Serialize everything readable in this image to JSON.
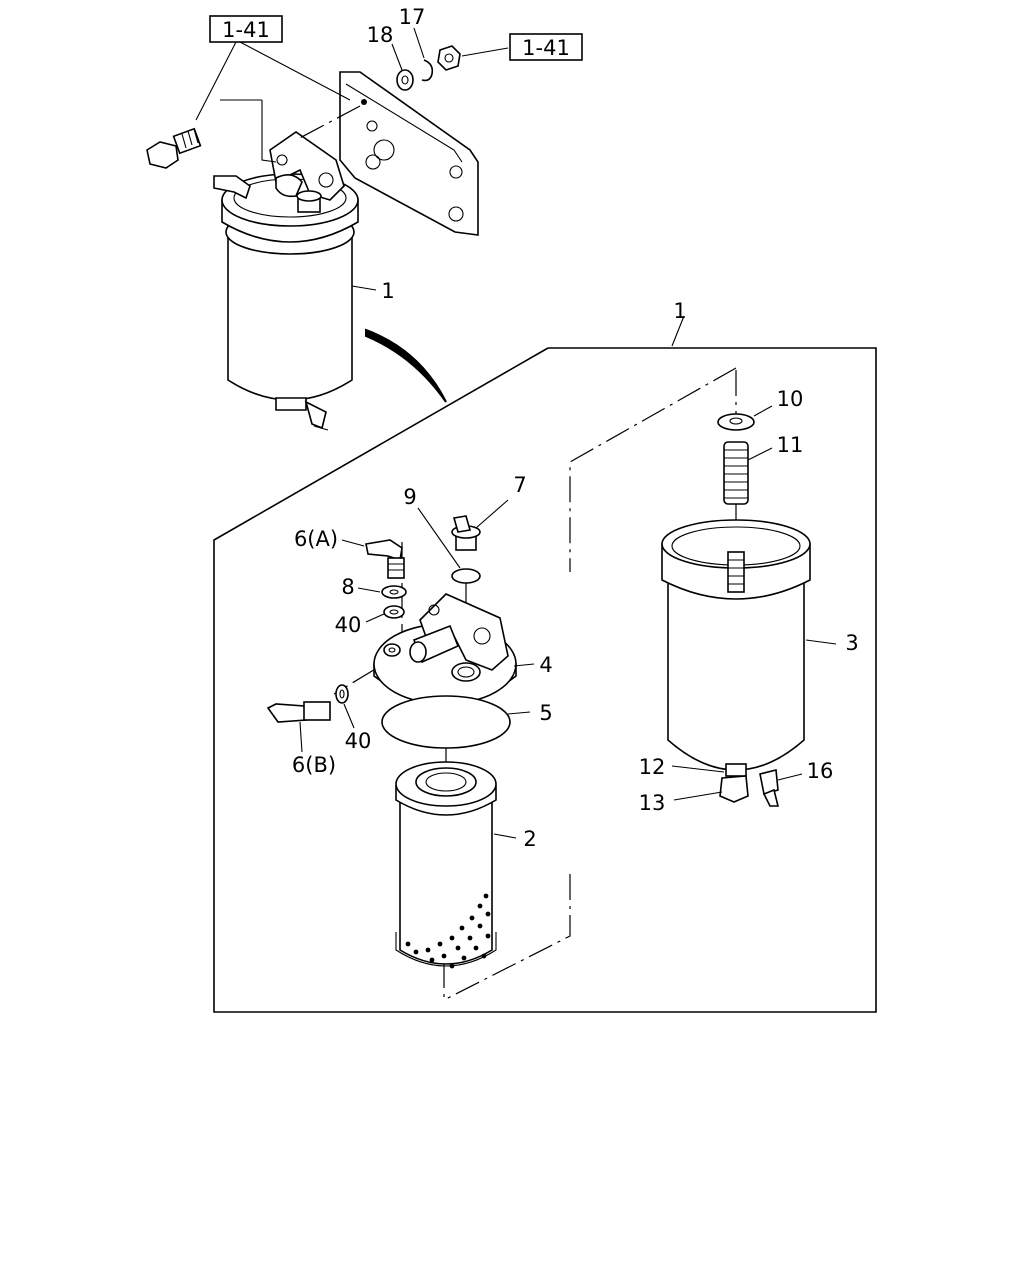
{
  "callouts": {
    "ref_1_41_left": "1-41",
    "ref_1_41_right": "1-41",
    "c18": "18",
    "c17": "17",
    "c1_assembly": "1",
    "c1_explode": "1",
    "c10": "10",
    "c11": "11",
    "c7": "7",
    "c9": "9",
    "c6a": "6(A)",
    "c8": "8",
    "c40_top": "40",
    "c4": "4",
    "c5": "5",
    "c3": "3",
    "c6b": "6(B)",
    "c40_bottom": "40",
    "c12": "12",
    "c13": "13",
    "c16": "16",
    "c2": "2"
  }
}
